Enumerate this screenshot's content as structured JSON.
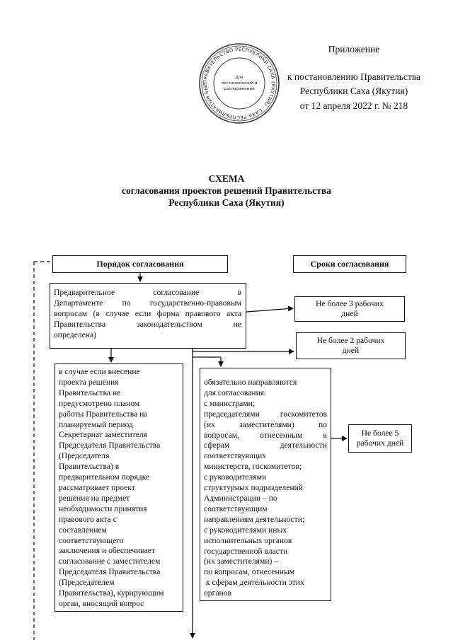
{
  "appendix": {
    "line1": "Приложение",
    "line2": "к постановлению Правительства",
    "line3": "Республики Саха (Якутия)",
    "line4": "от 12 апреля 2022 г. № 218"
  },
  "seal": {
    "outer_text": "ПРАВИТЕЛЬСТВО РЕСПУБЛИКИ САХА (ЯКУТИЯ) · САХА РЕСПУБЛИКАТЫН БЫРААБЫТАЛЬСТВАТА",
    "center_lines": [
      "Для",
      "постановлений и",
      "распоряжений"
    ]
  },
  "title": {
    "line1": "СХЕМА",
    "line2": "согласования проектов решений Правительства",
    "line3": "Республики Саха (Якутия)"
  },
  "headers": {
    "procedure": "Порядок согласования",
    "terms": "Сроки согласования"
  },
  "prelim_lines": [
    "Предварительное согласование в",
    "Департаменте по государственно-правовым",
    "вопросам (в случае если форма правового акта",
    "Правительства законодательством не",
    "определена)"
  ],
  "terms": {
    "t1": [
      "Не более 3 рабочих",
      "дней"
    ],
    "t2": [
      "Не более 2 рабочих",
      "дней"
    ],
    "t3": [
      "Не более 5",
      "рабочих дней"
    ]
  },
  "left_lines": [
    "в случае если внесение",
    "проекта решения",
    "Правительства не",
    "предусмотрено планом",
    "работы Правительства на",
    "планируемый период",
    "Секретариат заместителя",
    "Председателя Правительства",
    "(Председателя",
    "Правительства) в",
    "предварительном порядке",
    "рассматривает проект",
    "решения на предмет",
    "необходимости принятия",
    "правового акта с",
    "составлением",
    "соответствующего",
    "заключения и обеспечивает",
    "согласование с заместителем",
    "Председателя Правительства",
    "(Председателем",
    "Правительства), курирующим",
    "орган, вносящий вопрос"
  ],
  "right_lines": [
    "обязательно направляются",
    "для согласования:",
    "с министрами;",
    "председателями госкомитетов",
    "(их заместителями) по",
    "вопросам, отнесенным к",
    "сферам деятельности",
    "соответствующих",
    "министерств, госкомитетов;",
    "с руководителями",
    "структурных подразделений",
    "Администрации – по",
    "соответствующим",
    "направлениям деятельности;",
    "с руководителями иных",
    "исполнительных органов",
    "государственной власти",
    "(их заместителями) –",
    "по вопросам, отнесенным",
    " к сферам деятельности этих",
    "органов"
  ]
}
